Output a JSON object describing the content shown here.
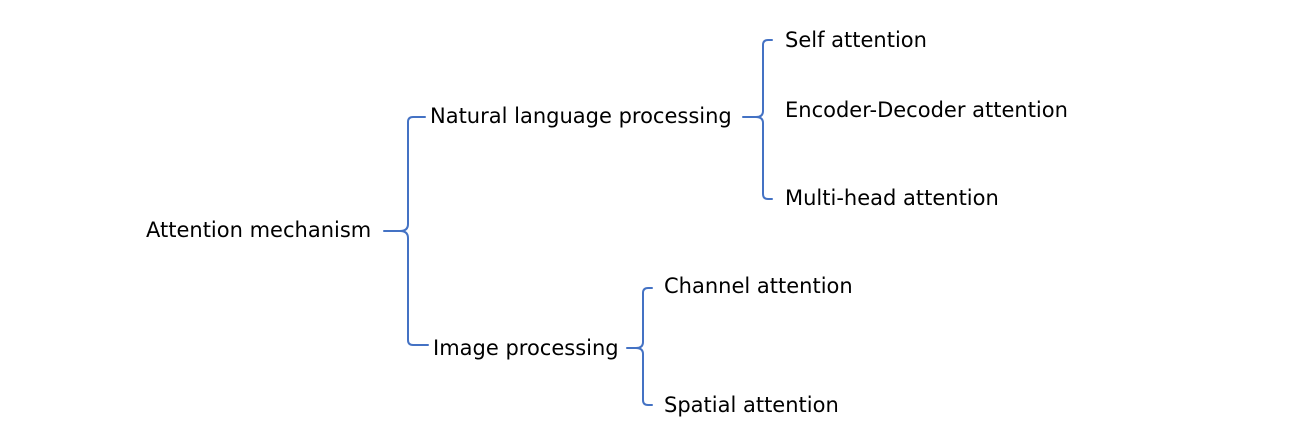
{
  "colors": {
    "bracket": "#4472c4",
    "text": "#000000",
    "background": "#ffffff"
  },
  "tree": {
    "root": "Attention mechanism",
    "nlp": {
      "label": "Natural language processing",
      "children": [
        "Self attention",
        "Encoder-Decoder attention",
        "Multi-head attention"
      ]
    },
    "image": {
      "label": "Image processing",
      "children": [
        "Channel attention",
        "Spatial attention"
      ]
    }
  }
}
